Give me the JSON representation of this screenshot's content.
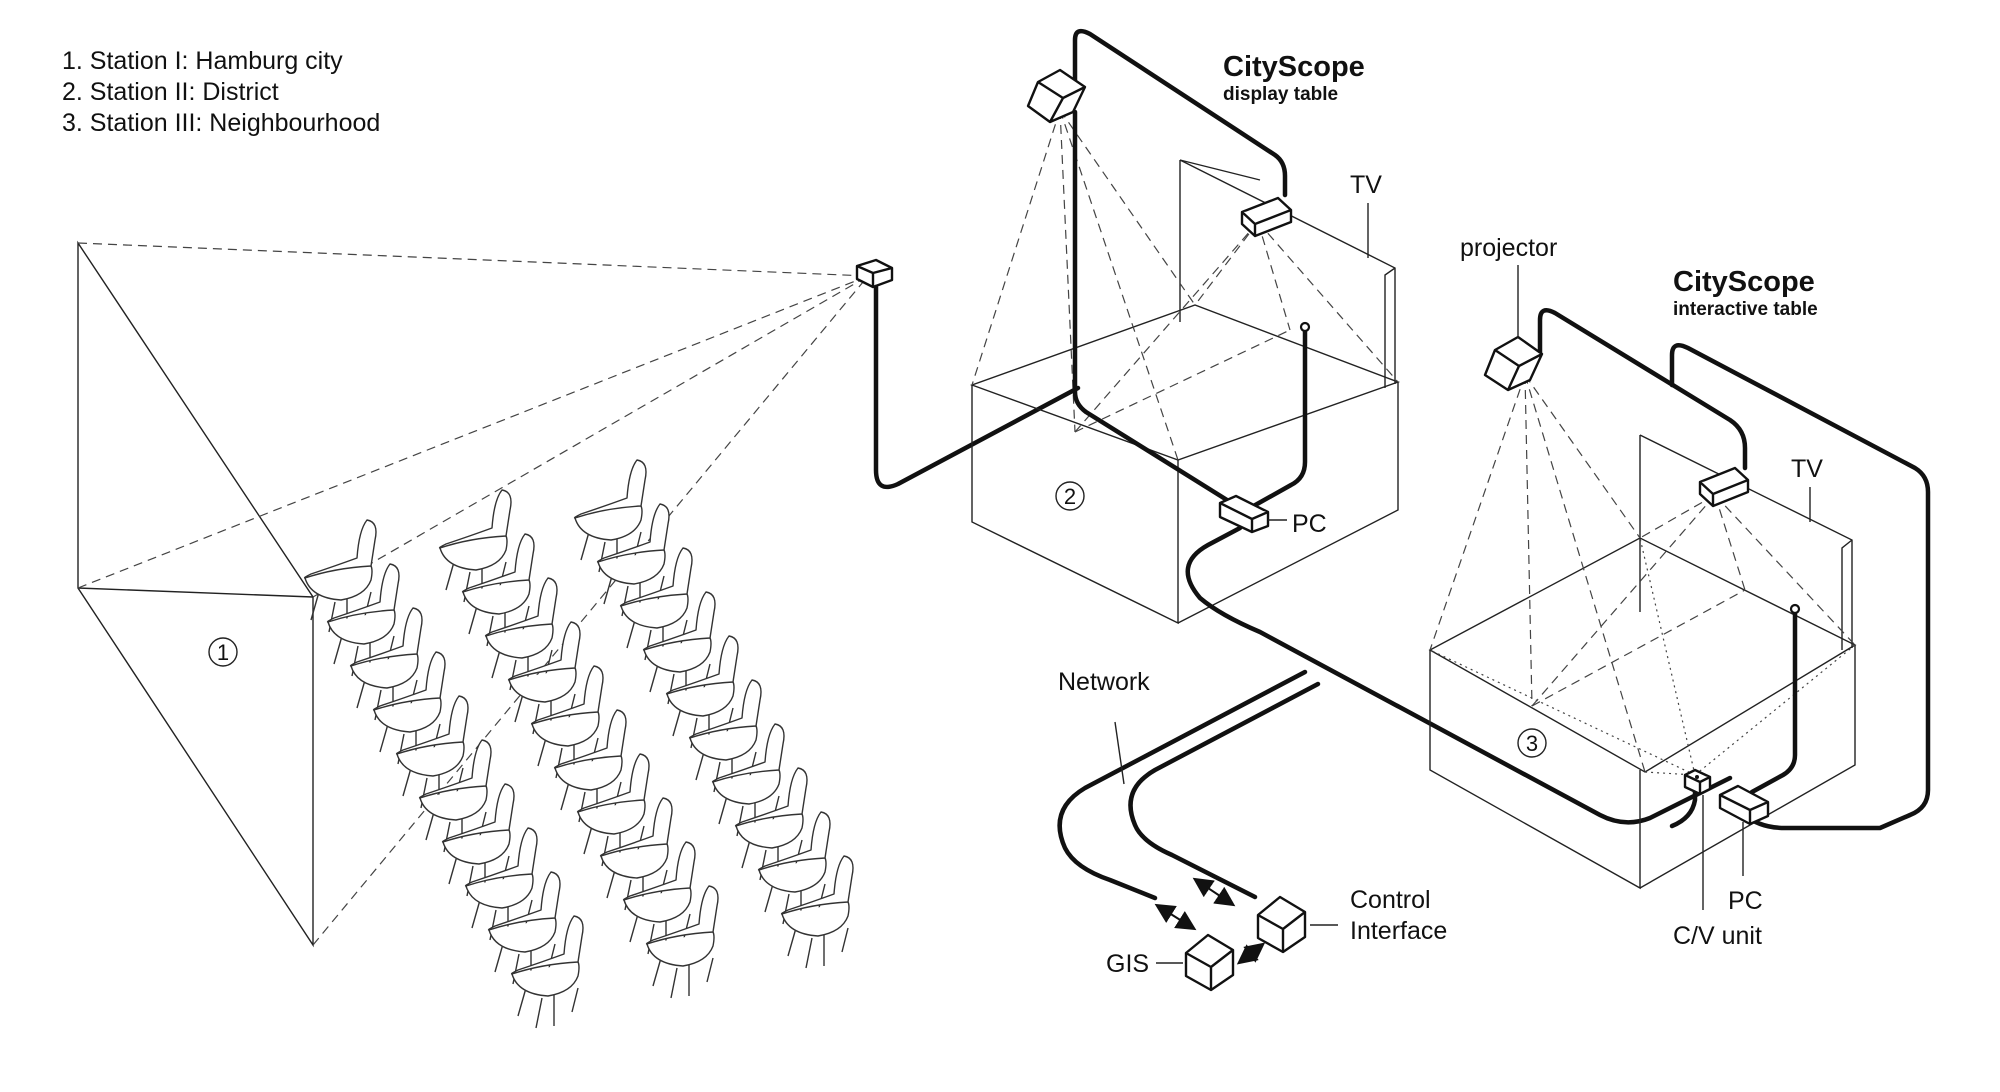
{
  "legend": [
    "1. Station I: Hamburg city",
    "2. Station II: District",
    "3. Station III: Neighbourhood"
  ],
  "display_table": {
    "title": "CityScope",
    "subtitle": "display table"
  },
  "interactive_table": {
    "title": "CityScope",
    "subtitle": "interactive table"
  },
  "labels": {
    "tv_1": "TV",
    "tv_2": "TV",
    "projector": "projector",
    "pc_1": "PC",
    "pc_2": "PC",
    "cv_unit": "C/V unit",
    "network": "Network",
    "control_1": "Control",
    "control_2": "Interface",
    "gis": "GIS"
  },
  "stations": {
    "s1": "1",
    "s2": "2",
    "s3": "3"
  }
}
